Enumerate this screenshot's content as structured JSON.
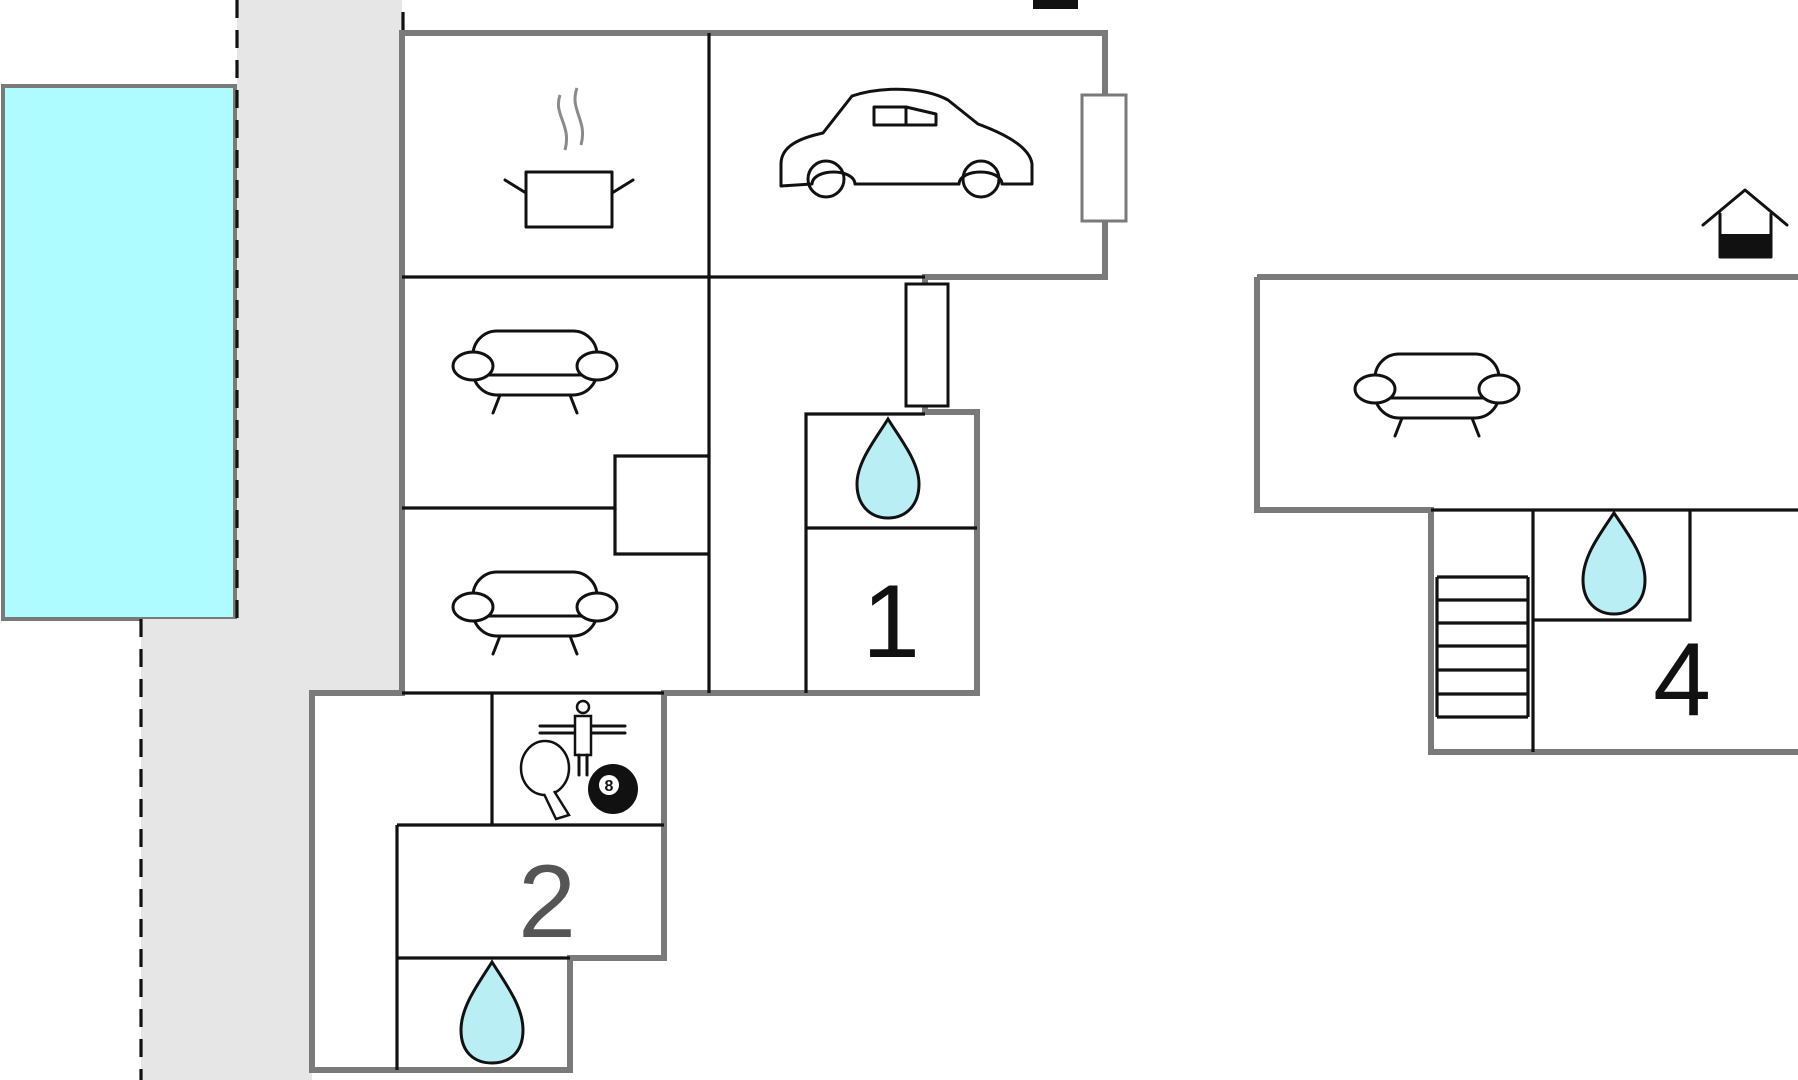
{
  "floor_plan": {
    "room_numbers": {
      "room_1": "1",
      "room_2": "2",
      "room_4": "4"
    },
    "icons": [
      "pool-area",
      "terrace-path",
      "kitchen-icon",
      "garage-car-icon",
      "sofa-icon",
      "sofa-icon",
      "sofa-icon",
      "water-drop-icon",
      "water-drop-icon",
      "water-drop-icon",
      "table-football-icon",
      "ping-pong-paddle-icon",
      "billiard-ball-icon",
      "stairs-icon",
      "house-entrance-icon"
    ],
    "billiard_ball_label": "8"
  },
  "colors": {
    "pool_fill": "#aefcff",
    "terrace_fill": "#e6e6e6",
    "water_drop_fill": "#b8eef4",
    "outer_wall": "#7a7a7a",
    "inner_wall": "#111111"
  }
}
